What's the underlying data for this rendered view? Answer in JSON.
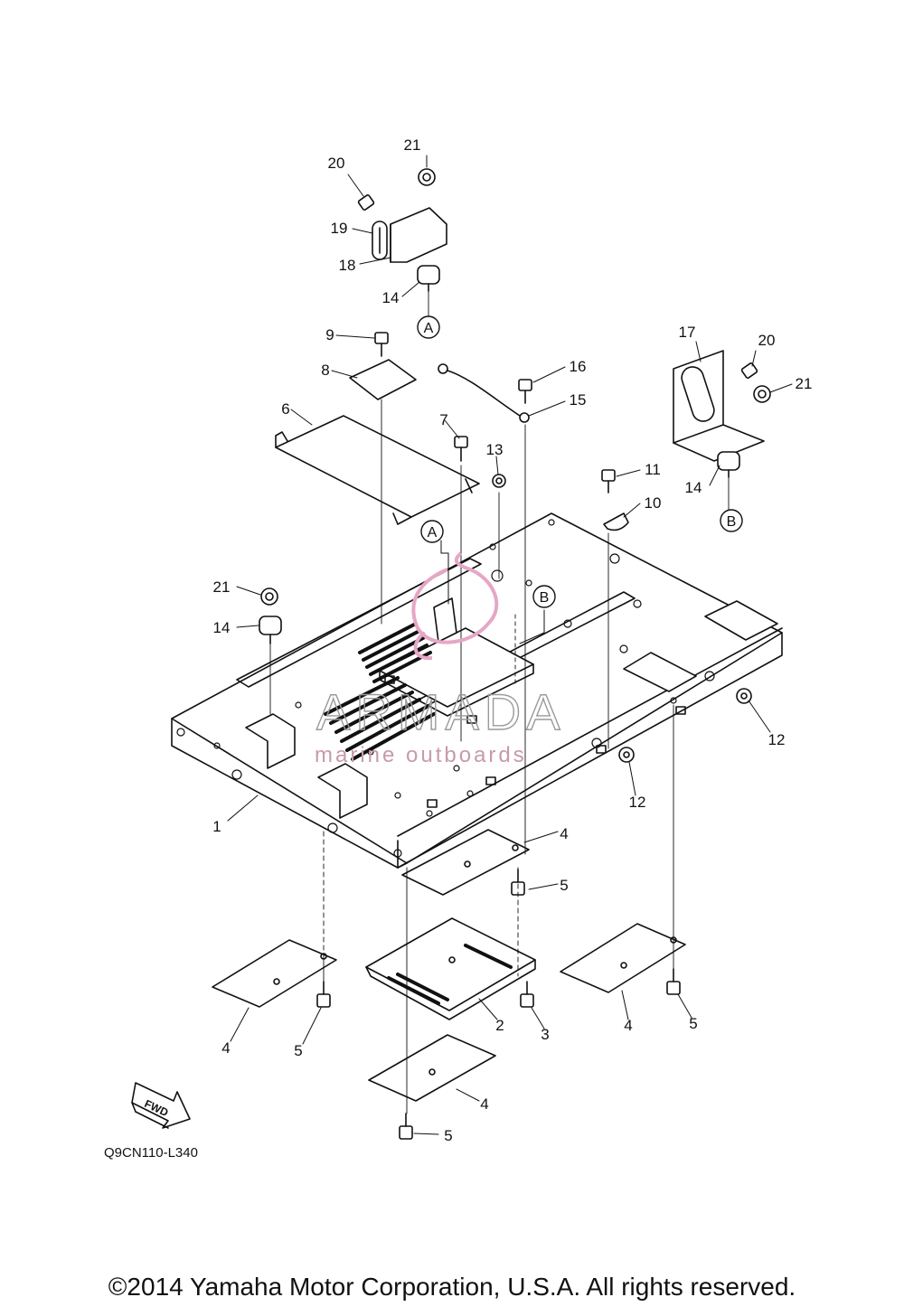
{
  "diagram_code": "Q9CN110-L340",
  "fwd_label": "FWD",
  "copyright": "©2014 Yamaha Motor Corporation, U.S.A. All rights reserved.",
  "watermark": {
    "main": "ARMADA",
    "sub": "marine outboards"
  },
  "ref_letters": [
    "A",
    "B"
  ],
  "callouts": [
    "1",
    "2",
    "3",
    "4",
    "5",
    "6",
    "7",
    "8",
    "9",
    "10",
    "11",
    "12",
    "13",
    "14",
    "15",
    "16",
    "17",
    "18",
    "19",
    "20",
    "21"
  ]
}
